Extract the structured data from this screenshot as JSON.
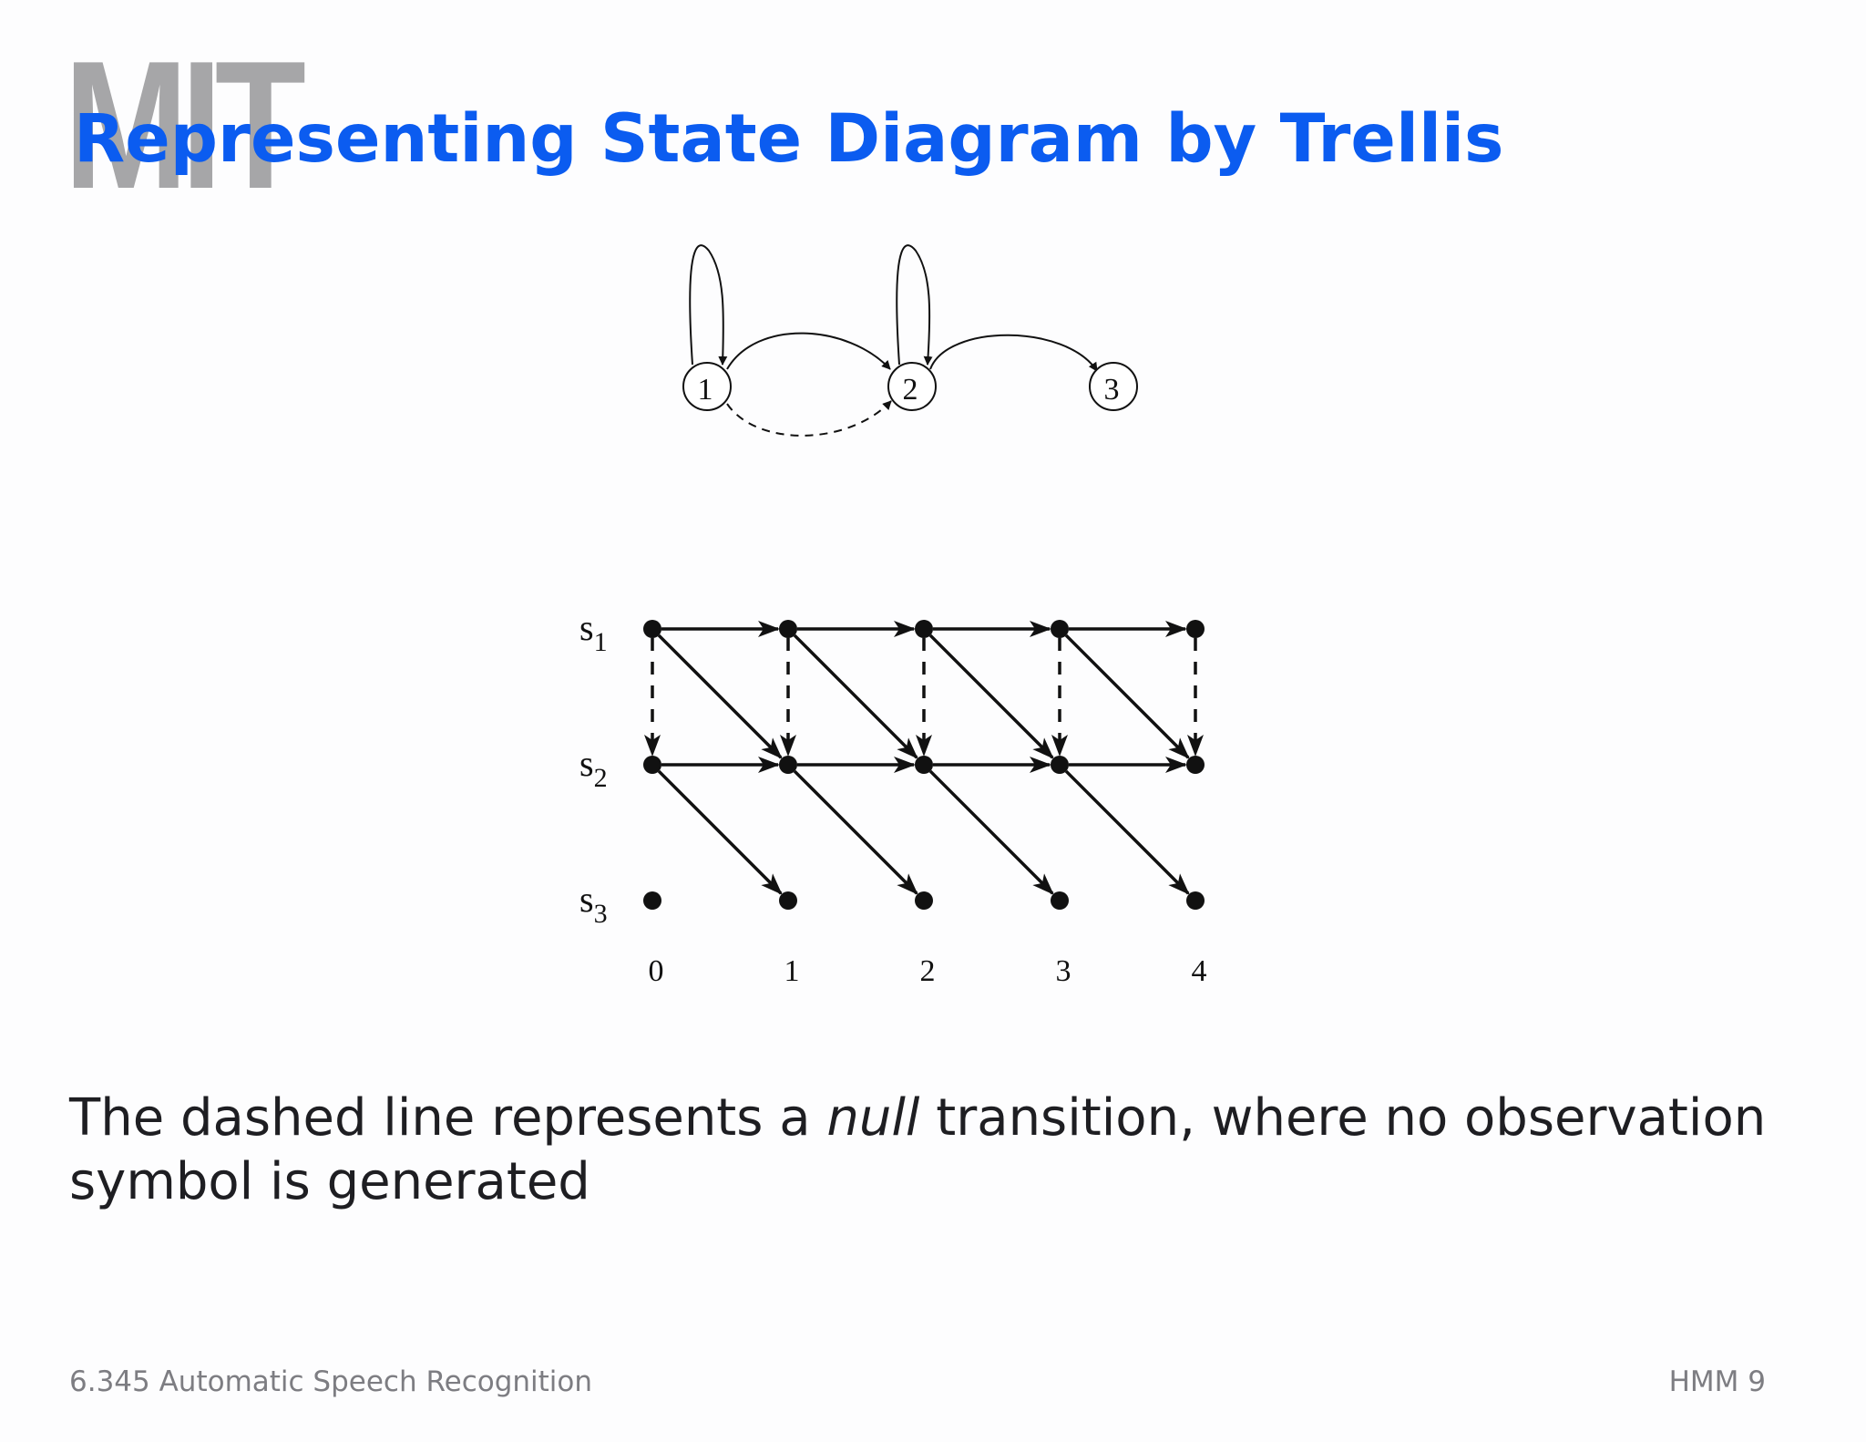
{
  "logo": "MIT",
  "title": "Representing State Diagram by Trellis",
  "state_diagram": {
    "states": [
      "1",
      "2",
      "3"
    ]
  },
  "trellis": {
    "rows": [
      {
        "base": "s",
        "sub": "1"
      },
      {
        "base": "s",
        "sub": "2"
      },
      {
        "base": "s",
        "sub": "3"
      }
    ],
    "times": [
      "0",
      "1",
      "2",
      "3",
      "4"
    ]
  },
  "caption": {
    "before": "The dashed line represents a ",
    "emph": "null",
    "after": " transition, where no observation symbol is generated"
  },
  "footer": {
    "left": "6.345 Automatic Speech Recognition",
    "right": "HMM 9"
  },
  "colors": {
    "title": "#0b5cf0",
    "logo": "#a6a6a8",
    "diagram": "#111111"
  }
}
